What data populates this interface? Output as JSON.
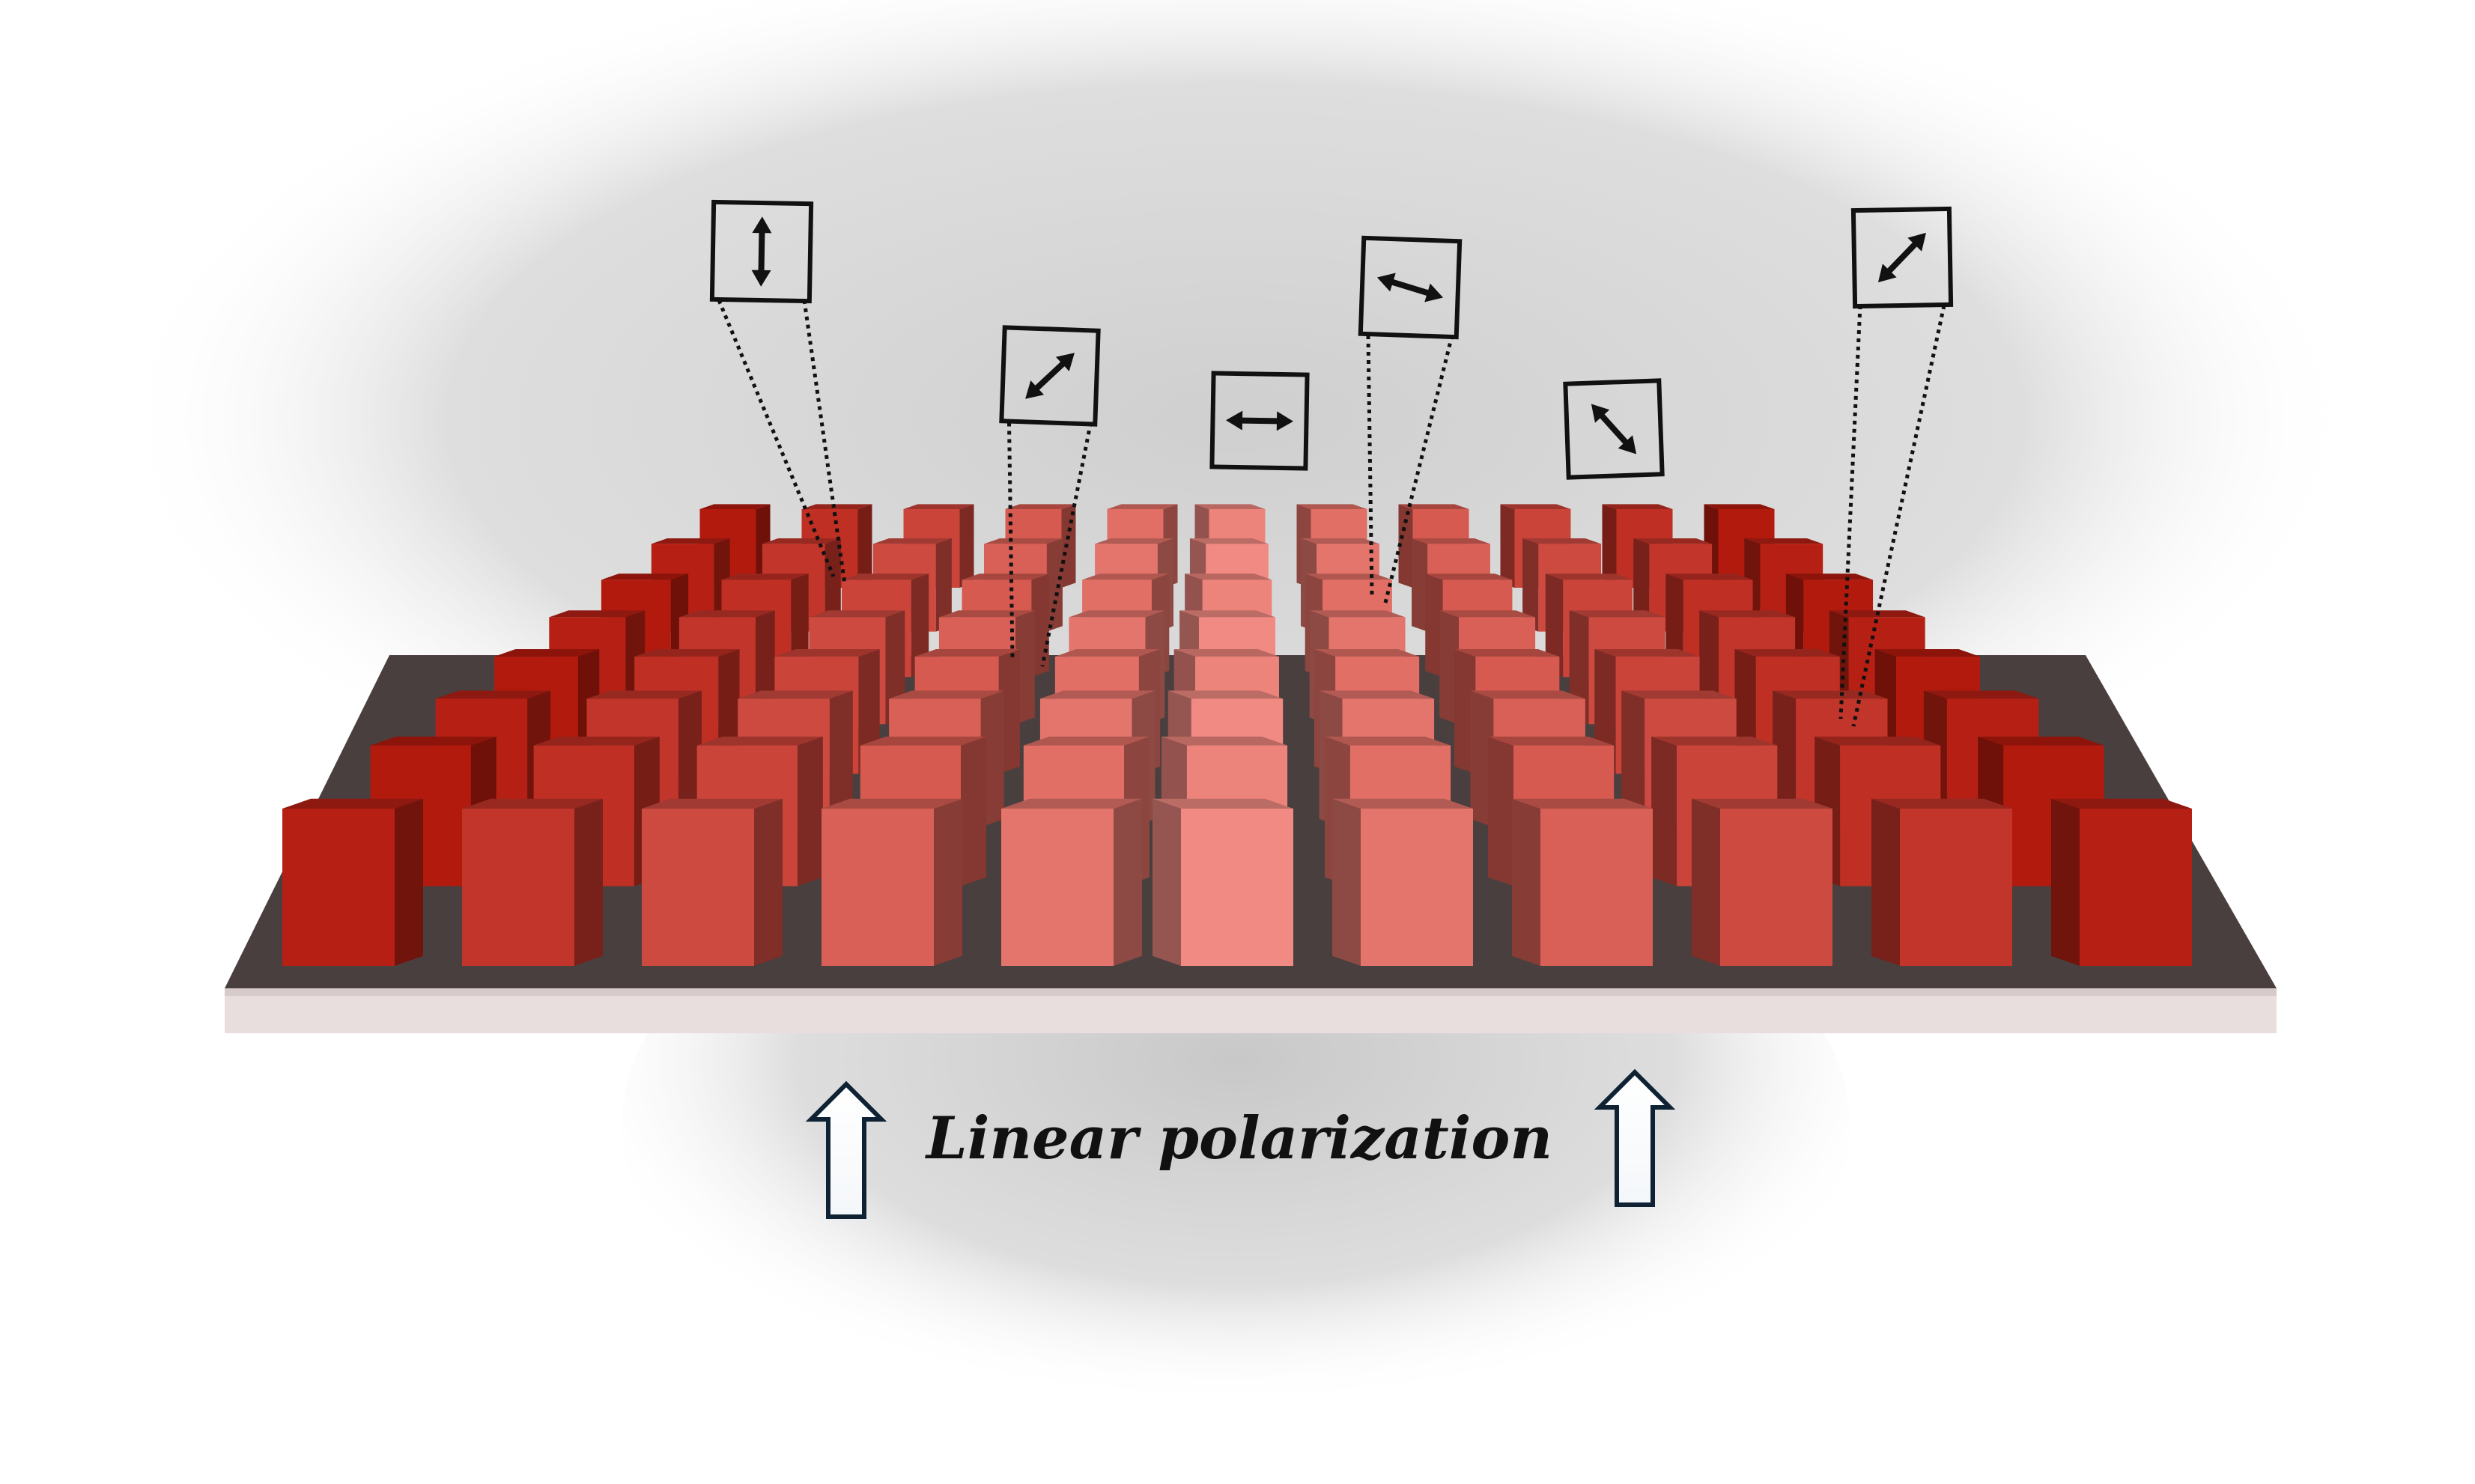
{
  "caption": "Linear polarization",
  "colors": {
    "substrate_top": "#4a3f3f",
    "substrate_edge": "#e9dede",
    "pillar_light": "#f08a82",
    "pillar_dark": "#b01408",
    "arrow_outline": "#0e2233"
  },
  "polarization_states": [
    {
      "icon": "vertical-double-arrow-icon",
      "angle_deg": 90
    },
    {
      "icon": "diagonal-double-arrow-icon",
      "angle_deg": 45
    },
    {
      "icon": "horizontal-double-arrow-icon",
      "angle_deg": 0
    },
    {
      "icon": "slight-tilt-double-arrow-icon",
      "angle_deg": -15
    },
    {
      "icon": "anti-diagonal-double-arrow-icon",
      "angle_deg": -50
    },
    {
      "icon": "diagonal-double-arrow-icon",
      "angle_deg": 45
    }
  ]
}
